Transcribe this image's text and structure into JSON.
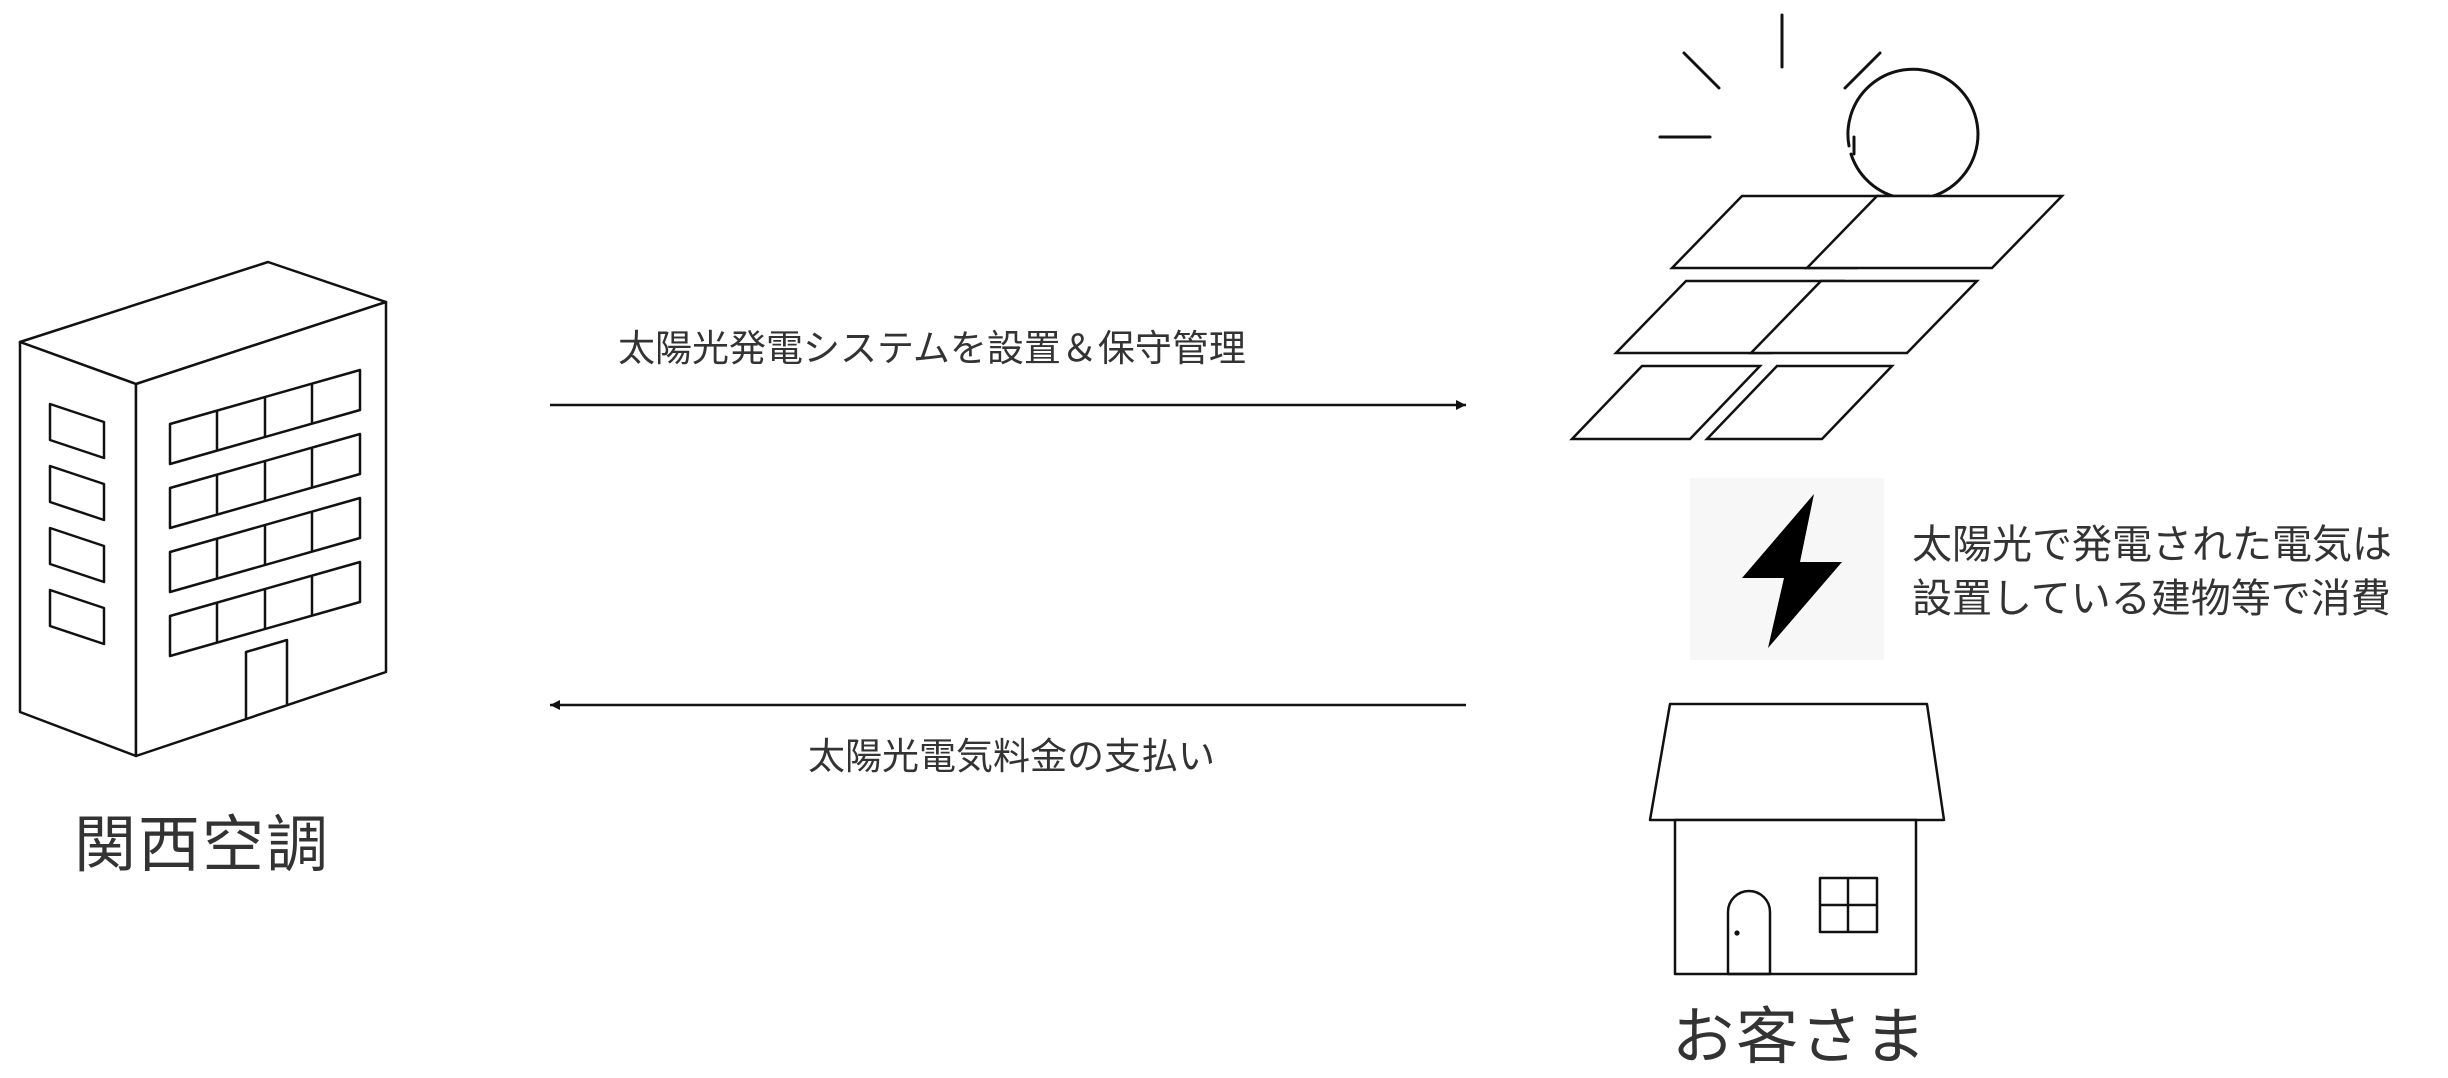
{
  "company": {
    "name": "関西空調",
    "icon": "office-building-icon"
  },
  "customer": {
    "name": "お客さま",
    "icon": "house-icon"
  },
  "flows": {
    "installation": "太陽光発電システムを設置＆保守管理",
    "payment": "太陽光電気料金の支払い"
  },
  "consumption_note": {
    "line1": "太陽光で発電された電気は",
    "line2": "設置している建物等で消費"
  },
  "icons": [
    "sun-icon",
    "solar-panel-icon",
    "lightning-bolt-icon"
  ],
  "colors": {
    "line": "#111111",
    "text": "#333333",
    "background": "#ffffff"
  }
}
